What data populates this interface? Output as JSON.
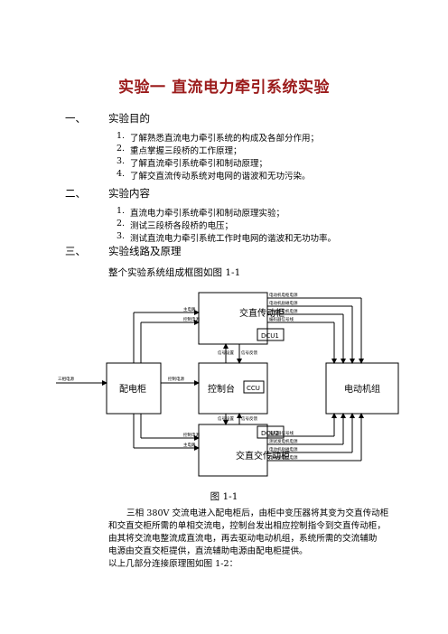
{
  "title": "实验一  直流电力牵引系统实验",
  "sections": [
    {
      "num": "一、",
      "title": "实验目的",
      "items": [
        "了解熟悉直流电力牵引系统的构成及各部分作用；",
        "重点掌握三段桥的工作原理；",
        "了解直流牵引系统牵引和制动原理；",
        "了解交直流传动系统对电网的谐波和无功污染。"
      ]
    },
    {
      "num": "二、",
      "title": "实验内容",
      "items": [
        "直流电力牵引系统牵引和制动原理实验；",
        "测试三段桥各段桥的电压；",
        "测试直流电力牵引系统工作时电网的谐波和无功功率。"
      ]
    },
    {
      "num": "三、",
      "title": "实验线路及原理"
    }
  ],
  "intro": "整个实验系统组成框图如图 1-1",
  "diagram": {
    "blocks": {
      "cabinet1": "交直传动柜",
      "dcu1": "DCU1",
      "cabinet2": "交直交传动柜",
      "dcu2": "DCU2",
      "panel": "配电柜",
      "console": "控制台",
      "ccu": "CCU",
      "motor": "电动机组"
    },
    "labels": {
      "grid_in": "三相电源",
      "main_circuit": "主电路",
      "control_power": "控制电源",
      "signal_set": "信号设置",
      "signal_feedback": "信号反馈",
      "m1_out": [
        "电动机电枢电源",
        "电动机励磁电源",
        "测试发电机电源",
        "编码器信号线"
      ],
      "m2_out": [
        "电动机电枢电源",
        "电动机励磁电源",
        "测试发电机电源",
        "编码器信号线"
      ]
    }
  },
  "caption": "图 1-1",
  "body_lines": [
    "三相 380V 交流电进入配电柜后，由柜中变压器将其变为交直传动柜",
    "和交直交柜所需的单相交流电，控制台发出相应控制指令到交直传动柜，",
    "由其将交流电整流成直流电，再去驱动电动机组，系统所需的交流辅助",
    "电源由交直交柜提供，直流辅助电源由配电柜提供。"
  ],
  "last_line": "以上几部分连接原理图如图 1-2："
}
